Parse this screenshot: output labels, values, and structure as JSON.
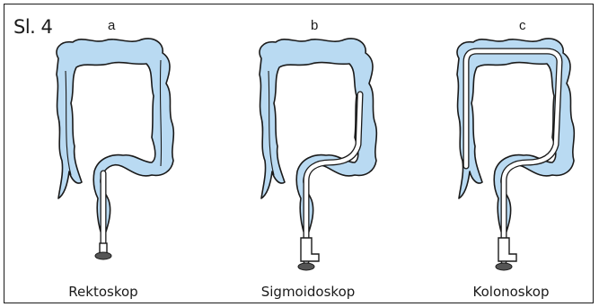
{
  "figure": {
    "number_label": "Sl. 4",
    "panels": [
      {
        "letter": "a",
        "caption": "Rektoskop"
      },
      {
        "letter": "b",
        "caption": "Sigmoidoskop"
      },
      {
        "letter": "c",
        "caption": "Kolonoskop"
      }
    ]
  },
  "colors": {
    "colon_fill": "#b9daf2",
    "outline": "#1a1a1a",
    "scope_base": "#555555"
  }
}
